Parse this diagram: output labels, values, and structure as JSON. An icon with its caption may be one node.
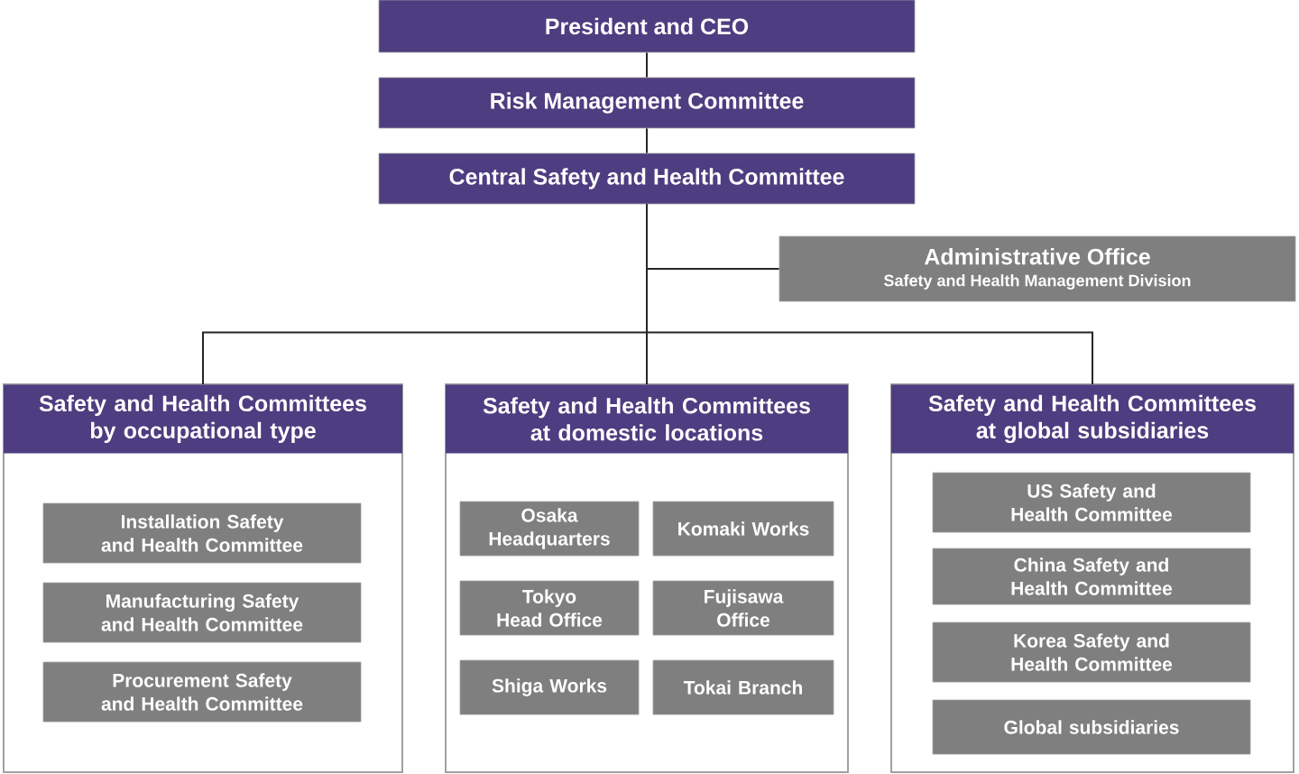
{
  "diagram": {
    "nodes": [
      {
        "text": [
          "President and CEO"
        ]
      },
      {
        "text": [
          "Risk Management Committee"
        ]
      },
      {
        "text": [
          "Central Safety and Health Committee"
        ]
      },
      {
        "text": [
          "Administrative Office",
          "Safety and Health Management Division"
        ]
      },
      {
        "text": [
          "Safety and Health Committees by occupational type"
        ]
      },
      {
        "text": [
          "Installation Safety and Health Committee"
        ],
        "in": 4
      },
      {
        "text": [
          "Manufacturing Safety and Health Committee"
        ],
        "in": 4
      },
      {
        "text": [
          "Procurement Safety and Health Committee"
        ],
        "in": 4
      },
      {
        "text": [
          "Safety and Health Committees at domestic locations"
        ]
      },
      {
        "text": [
          "Osaka Headquarters"
        ],
        "in": 8
      },
      {
        "text": [
          "Komaki Works"
        ],
        "in": 8
      },
      {
        "text": [
          "Tokyo Head Office"
        ],
        "in": 8
      },
      {
        "text": [
          "Fujisawa Office"
        ],
        "in": 8
      },
      {
        "text": [
          "Shiga Works"
        ],
        "in": 8
      },
      {
        "text": [
          "Tokai Branch"
        ],
        "in": 8
      },
      {
        "text": [
          "Safety and Health Committees at global subsidiaries"
        ]
      },
      {
        "text": [
          "US Safety and Health Committee"
        ],
        "in": 15
      },
      {
        "text": [
          "China Safety and Health Committee"
        ],
        "in": 15
      },
      {
        "text": [
          "Korea Safety and Health Committee"
        ],
        "in": 15
      },
      {
        "text": [
          "Global subsidiaries"
        ],
        "in": 15
      }
    ],
    "edges": [
      {
        "from": 0,
        "to": 1,
        "arrow": "none"
      },
      {
        "from": 1,
        "to": 2,
        "arrow": "none"
      },
      {
        "from": 2,
        "to": 3,
        "arrow": "none"
      },
      {
        "from": 2,
        "to": 4,
        "arrow": "none"
      },
      {
        "from": 2,
        "to": 8,
        "arrow": "none"
      },
      {
        "from": 2,
        "to": 15,
        "arrow": "none"
      }
    ]
  }
}
